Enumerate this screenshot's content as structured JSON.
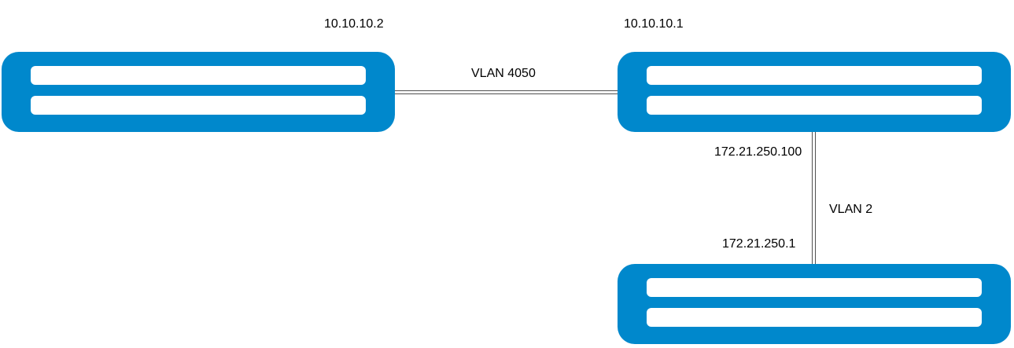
{
  "colors": {
    "device_fill": "#0088cc",
    "link_stroke": "#505050"
  },
  "devices": [
    {
      "id": "left-switch",
      "ip": "10.10.10.2"
    },
    {
      "id": "right-switch",
      "ip": "10.10.10.1"
    },
    {
      "id": "bottom-switch"
    }
  ],
  "links": [
    {
      "label": "VLAN 4050"
    },
    {
      "label": "VLAN 2",
      "ip_upper": "172.21.250.100",
      "ip_lower": "172.21.250.1"
    }
  ]
}
